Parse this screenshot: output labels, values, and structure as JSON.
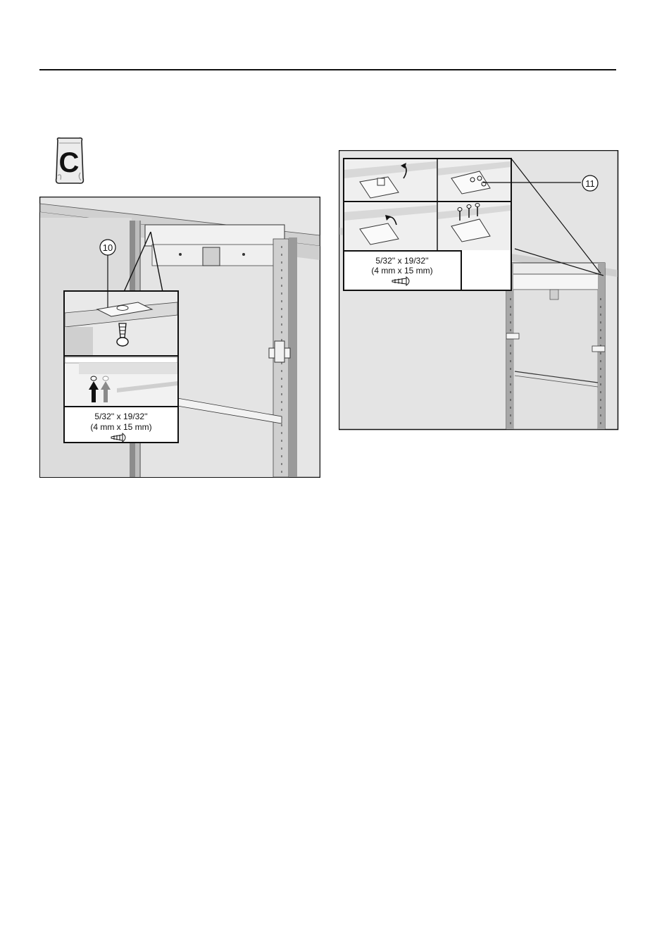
{
  "page": {
    "header_rule": true
  },
  "bag": {
    "letter": "C"
  },
  "figure_left": {
    "callout": "10",
    "screw_size_imperial": "5/32'' x 19/32''",
    "screw_size_metric": "(4 mm x 15 mm)"
  },
  "figure_right": {
    "callout": "11",
    "screw_size_imperial": "5/32'' x 19/32''",
    "screw_size_metric": "(4 mm x 15 mm)"
  }
}
